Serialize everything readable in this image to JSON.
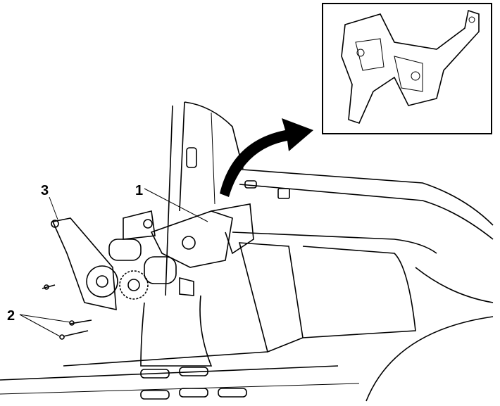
{
  "callouts": {
    "part_1": "1",
    "part_2": "2",
    "part_3": "3"
  },
  "icons": [
    "curved-arrow-icon",
    "detail-inset"
  ]
}
